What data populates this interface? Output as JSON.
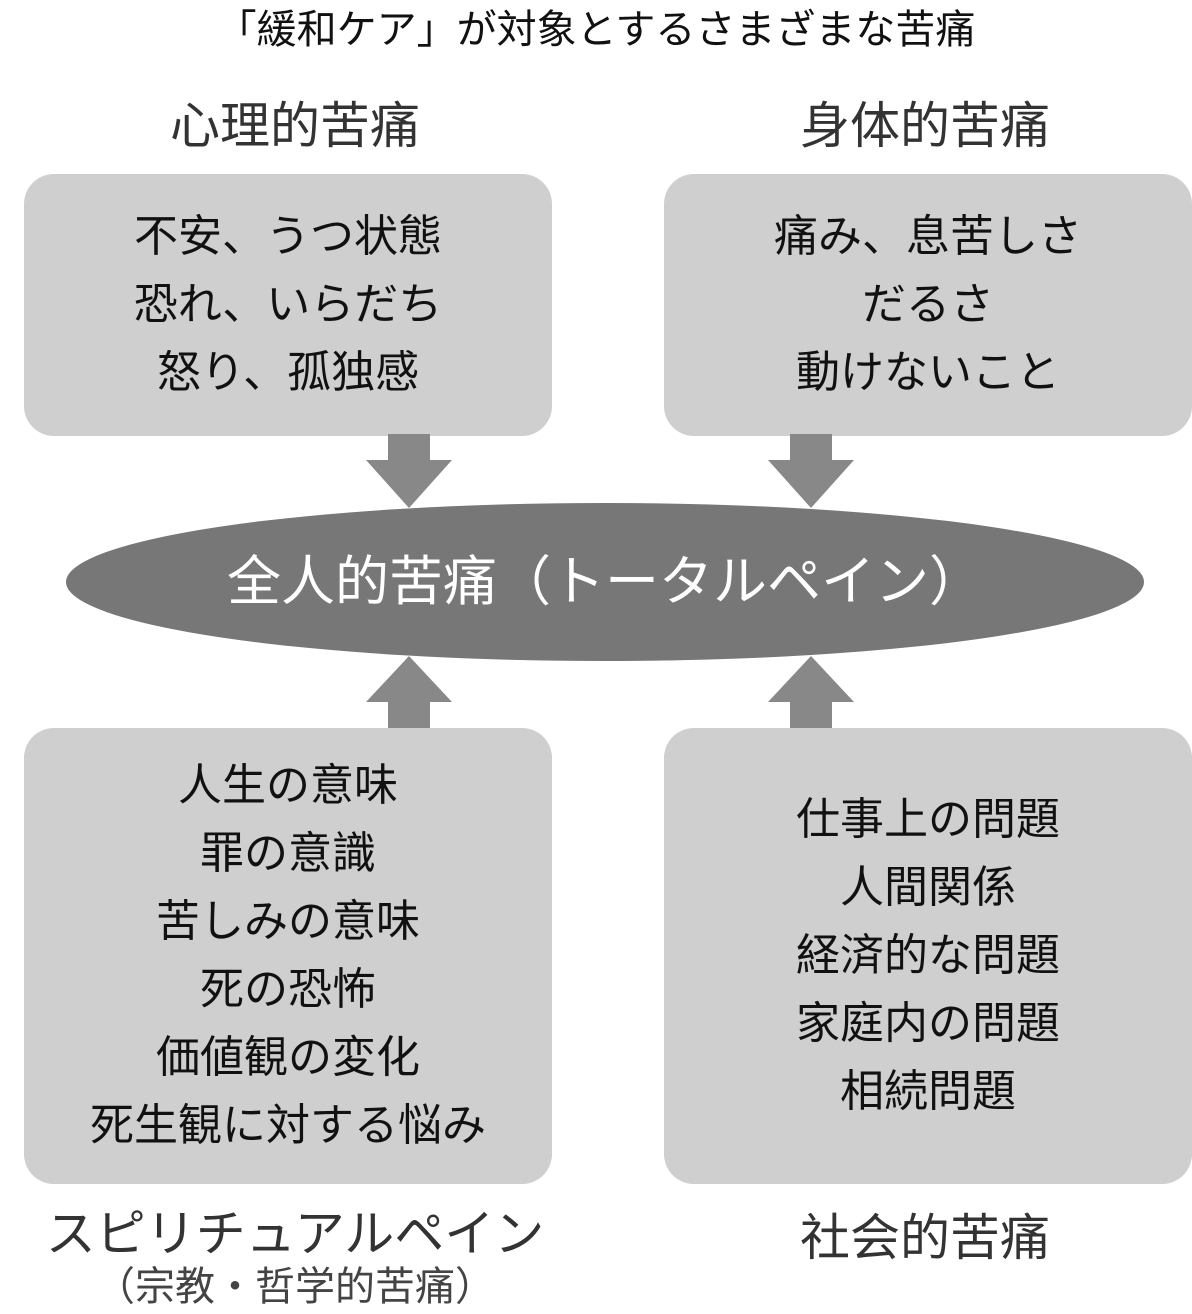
{
  "title": "「緩和ケア」が対象とするさまざまな苦痛",
  "psychological": {
    "heading": "心理的苦痛",
    "lines": [
      "不安、うつ状態",
      "恐れ、いらだち",
      "怒り、孤独感"
    ]
  },
  "physical": {
    "heading": "身体的苦痛",
    "lines": [
      "痛み、息苦しさ",
      "だるさ",
      "動けないこと"
    ]
  },
  "center": "全人的苦痛（トータルペイン）",
  "spiritual": {
    "heading": "スピリチュアルペイン",
    "subheading": "（宗教・哲学的苦痛）",
    "lines": [
      "人生の意味",
      "罪の意識",
      "苦しみの意味",
      "死の恐怖",
      "価値観の変化",
      "死生観に対する悩み"
    ]
  },
  "social": {
    "heading": "社会的苦痛",
    "lines": [
      "仕事上の問題",
      "人間関係",
      "経済的な問題",
      "家庭内の問題",
      "相続問題"
    ]
  },
  "colors": {
    "box": "#cfcfcf",
    "ellipse": "#777777",
    "arrow": "#888888",
    "ellipse_text": "#ffffff"
  }
}
